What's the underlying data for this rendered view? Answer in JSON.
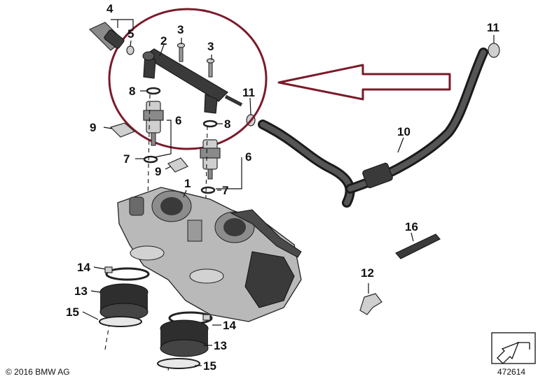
{
  "callouts": {
    "c1": "1",
    "c2": "2",
    "c3a": "3",
    "c3b": "3",
    "c4": "4",
    "c5": "5",
    "c6a": "6",
    "c6b": "6",
    "c7a": "7",
    "c7b": "7",
    "c8a": "8",
    "c8b": "8",
    "c9a": "9",
    "c9b": "9",
    "c10": "10",
    "c11a": "11",
    "c11b": "11",
    "c12": "12",
    "c13a": "13",
    "c13b": "13",
    "c14a": "14",
    "c14b": "14",
    "c15a": "15",
    "c15b": "15",
    "c16": "16"
  },
  "footer": {
    "copyright": "© 2016 BMW AG",
    "diagram_number": "472614"
  },
  "colors": {
    "highlight_circle": "#7a1a2a",
    "arrow_outline": "#7a1a2a",
    "parts_dark": "#3a3a3a"
  },
  "icons": {
    "corner_symbol": "return-arrow-icon"
  }
}
